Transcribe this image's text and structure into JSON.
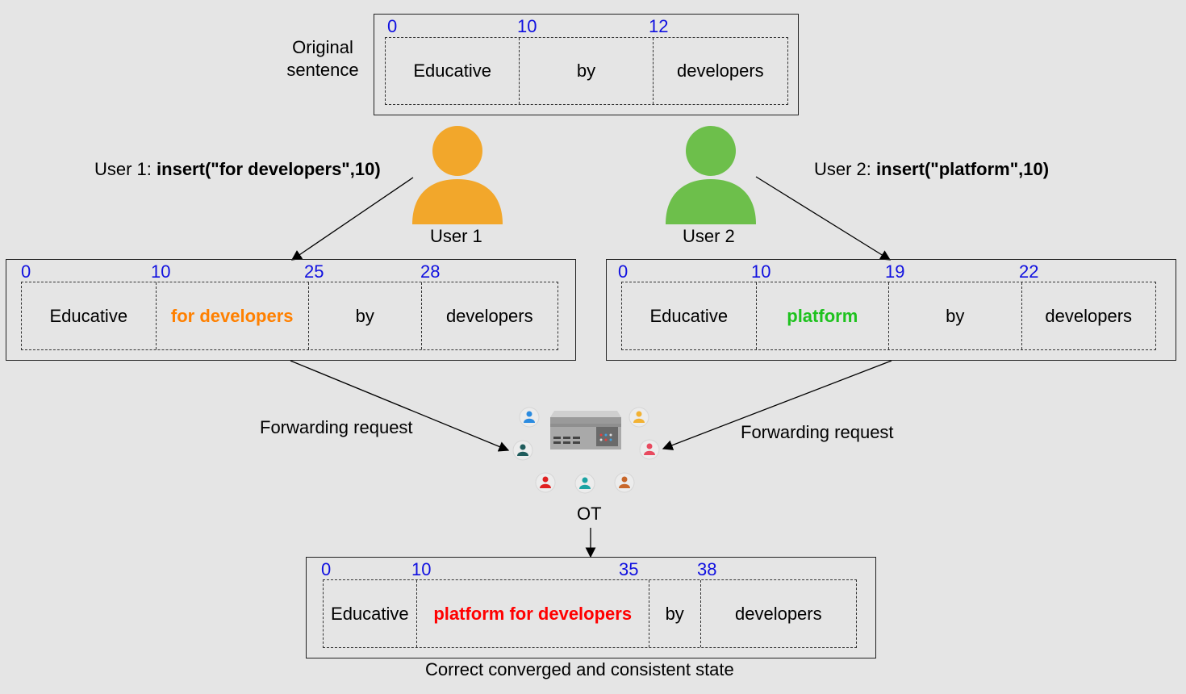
{
  "original": {
    "label_line1": "Original",
    "label_line2": "sentence",
    "indices": [
      "0",
      "10",
      "12"
    ],
    "cells": [
      "Educative",
      "by",
      "developers"
    ]
  },
  "user1": {
    "name": "User 1",
    "op_prefix": "User 1: ",
    "op_code": "insert(\"for developers\",10)",
    "color": "#f2a72b"
  },
  "user2": {
    "name": "User 2",
    "op_prefix": "User 2: ",
    "op_code": "insert(\"platform\",10)",
    "color": "#6dbf4b"
  },
  "state1": {
    "indices": [
      "0",
      "10",
      "25",
      "28"
    ],
    "cells": [
      "Educative",
      "for developers",
      "by",
      "developers"
    ],
    "highlight_color": "#ff8000"
  },
  "state2": {
    "indices": [
      "0",
      "10",
      "19",
      "22"
    ],
    "cells": [
      "Educative",
      "platform",
      "by",
      "developers"
    ],
    "highlight_color": "#1ec21e"
  },
  "forward_left": "Forwarding request",
  "forward_right": "Forwarding request",
  "server_label": "OT",
  "final": {
    "indices": [
      "0",
      "10",
      "35",
      "38"
    ],
    "cells": [
      "Educative",
      "platform for developers",
      "by",
      "developers"
    ],
    "highlight_color": "#ff0000",
    "caption": "Correct converged and consistent state"
  },
  "colors": {
    "index": "#1010e0",
    "background": "#e5e5e5"
  }
}
